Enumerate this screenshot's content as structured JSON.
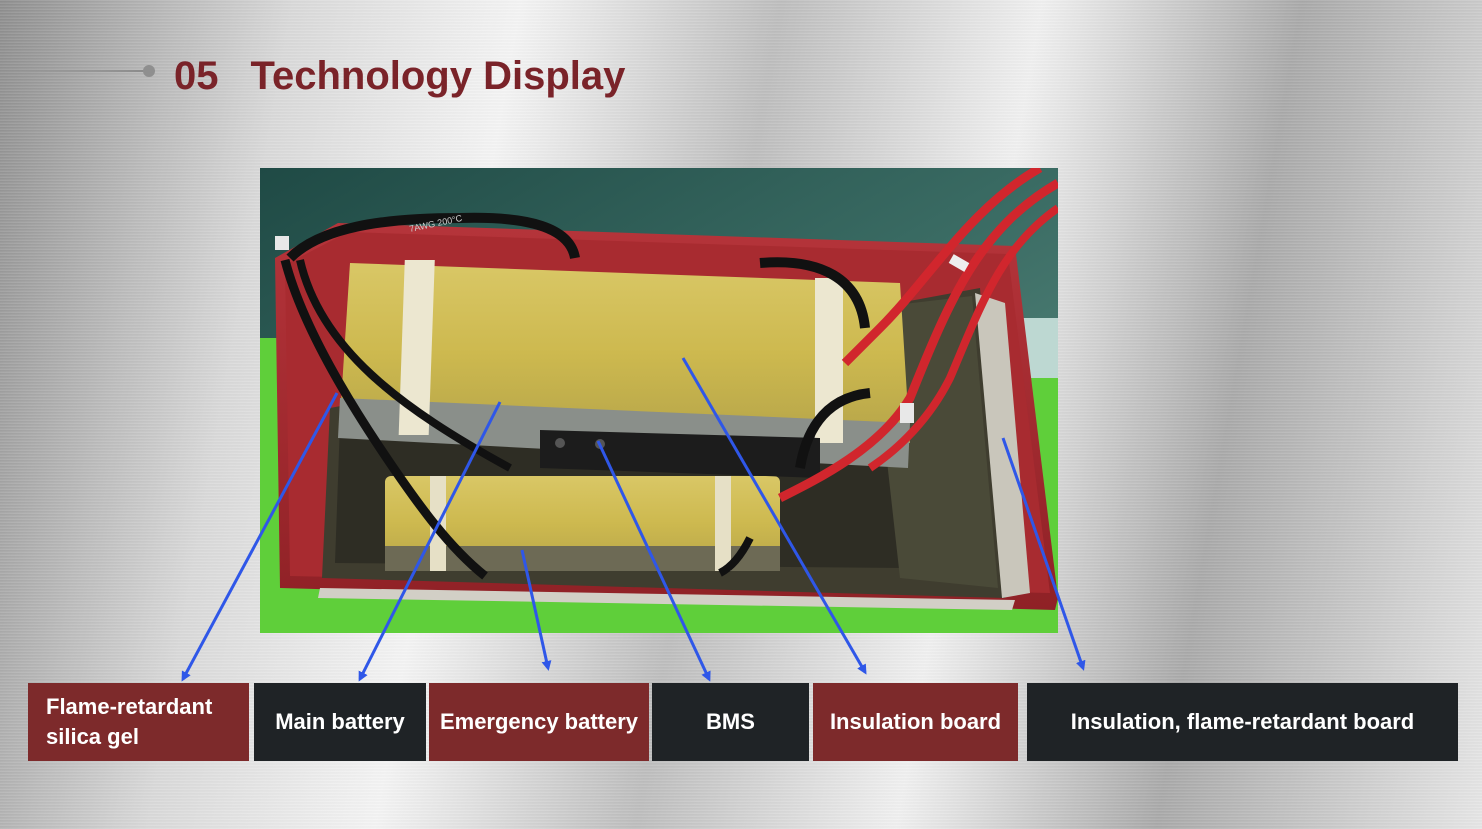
{
  "header": {
    "number": "05",
    "title": "Technology Display"
  },
  "photo": {
    "cable_label": "7AWG 200°C"
  },
  "colors": {
    "title": "#7a2329",
    "label_red": "#7d2a2b",
    "label_dark": "#1f2326",
    "arrow": "#2f57e8"
  },
  "labels": [
    {
      "line1": "Flame-retardant",
      "line2": "silica gel",
      "style": "red"
    },
    {
      "text": "Main battery",
      "style": "dark"
    },
    {
      "text": "Emergency battery",
      "style": "red"
    },
    {
      "text": "BMS",
      "style": "dark"
    },
    {
      "text": "Insulation board",
      "style": "red"
    },
    {
      "text": "Insulation, flame-retardant board",
      "style": "dark"
    }
  ]
}
